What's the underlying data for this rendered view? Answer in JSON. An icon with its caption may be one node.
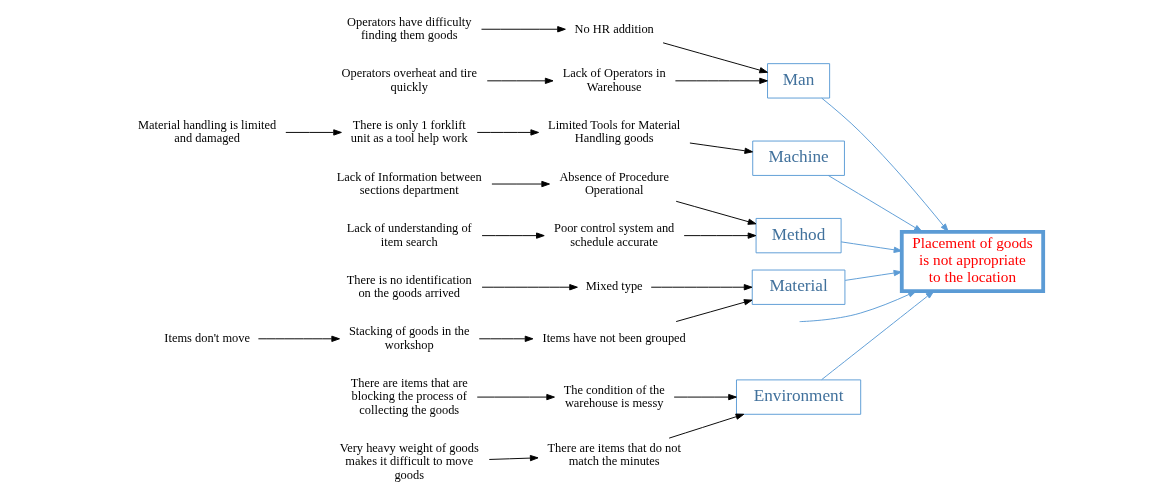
{
  "diagram": {
    "nodes": [
      {
        "text": [
          "Environment"
        ]
      },
      {
        "text": [
          "Man"
        ]
      },
      {
        "text": [
          "Machine"
        ]
      },
      {
        "text": [
          "Method"
        ]
      },
      {
        "text": [
          "Material"
        ]
      },
      {
        "text": [
          "Placement of goods is not appropriate to the location"
        ]
      },
      {
        "text": [
          "The condition of the warehouse is messy"
        ]
      },
      {
        "text": [
          "There are items that are blocking the process of collecting the goods"
        ]
      },
      {
        "text": [
          "There are items that do not match the minutes"
        ]
      },
      {
        "text": [
          "Very heavy weight of goods makes it difficult to move goods"
        ]
      },
      {
        "text": [
          "No HR addition"
        ]
      },
      {
        "text": [
          "Operators have difficulty finding them goods"
        ]
      },
      {
        "text": [
          "Lack of Operators in Warehouse"
        ]
      },
      {
        "text": [
          "Operators overheat and tire quickly"
        ]
      },
      {
        "text": [
          "Limited Tools for Material Handling goods"
        ]
      },
      {
        "text": [
          "There is only 1 forklift unit as a tool help work"
        ]
      },
      {
        "text": [
          "Material handling is limited and damaged"
        ]
      },
      {
        "text": [
          "Absence of Procedure Operational"
        ]
      },
      {
        "text": [
          "Lack of Information between sections department"
        ]
      },
      {
        "text": [
          "Poor control system and schedule accurate"
        ]
      },
      {
        "text": [
          "Lack of understanding of item search"
        ]
      },
      {
        "text": [
          "Mixed type"
        ]
      },
      {
        "text": [
          "There is no identification on the goods arrived"
        ]
      },
      {
        "text": [
          "Items have not been grouped"
        ]
      },
      {
        "text": [
          "Stacking of goods in the workshop"
        ]
      },
      {
        "text": [
          "Items don't move"
        ]
      }
    ],
    "edges": [
      {
        "from": null,
        "to": 5,
        "arrow": "to",
        "color": "#5b9bd5"
      },
      {
        "from": 0,
        "to": 5,
        "arrow": "to",
        "color": "#5b9bd5"
      },
      {
        "from": 1,
        "to": 5,
        "arrow": "to",
        "color": "#5b9bd5"
      },
      {
        "from": 2,
        "to": 5,
        "arrow": "to",
        "color": "#5b9bd5"
      },
      {
        "from": 3,
        "to": 5,
        "arrow": "to",
        "color": "#5b9bd5"
      },
      {
        "from": 4,
        "to": 5,
        "arrow": "to",
        "color": "#5b9bd5"
      },
      {
        "from": 6,
        "to": 0,
        "arrow": "to"
      },
      {
        "from": 7,
        "to": 6,
        "arrow": "to"
      },
      {
        "from": 8,
        "to": 0,
        "arrow": "to"
      },
      {
        "from": 9,
        "to": 8,
        "arrow": "to"
      },
      {
        "from": 10,
        "to": 1,
        "arrow": "to"
      },
      {
        "from": 11,
        "to": 10,
        "arrow": "to"
      },
      {
        "from": 12,
        "to": 1,
        "arrow": "to"
      },
      {
        "from": 13,
        "to": 12,
        "arrow": "to"
      },
      {
        "from": 14,
        "to": 2,
        "arrow": "to"
      },
      {
        "from": 15,
        "to": 14,
        "arrow": "to"
      },
      {
        "from": 16,
        "to": 15,
        "arrow": "to"
      },
      {
        "from": 17,
        "to": 3,
        "arrow": "to"
      },
      {
        "from": 18,
        "to": 17,
        "arrow": "to"
      },
      {
        "from": 19,
        "to": 3,
        "arrow": "to"
      },
      {
        "from": 20,
        "to": 19,
        "arrow": "to"
      },
      {
        "from": 21,
        "to": 4,
        "arrow": "to"
      },
      {
        "from": 22,
        "to": 21,
        "arrow": "to"
      },
      {
        "from": 23,
        "to": 4,
        "arrow": "to"
      },
      {
        "from": 24,
        "to": 23,
        "arrow": "to"
      },
      {
        "from": 25,
        "to": 24,
        "arrow": "to"
      }
    ]
  }
}
